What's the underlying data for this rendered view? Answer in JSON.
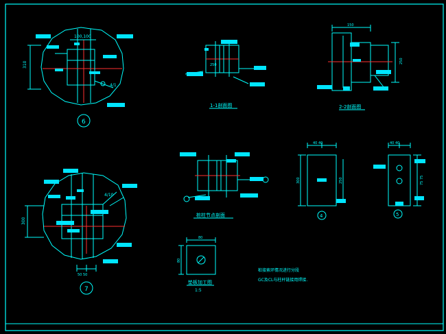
{
  "colors": {
    "background": "#000000",
    "line": "#00ffff",
    "accent": "#ff3030",
    "text": "#00ffff",
    "label_block": "#00e5ff"
  },
  "drawing": {
    "detail1": {
      "dim_top": "100,100",
      "dim_left": "310",
      "note": "4/1",
      "marker": "6"
    },
    "detail2": {
      "dim_left": "300",
      "note": "4/10",
      "dim_bottom": "50 50",
      "marker": "7"
    },
    "section11": {
      "title": "1-1剖面图",
      "dim": "250"
    },
    "section22": {
      "title": "2-2剖面图",
      "dim_top": "150",
      "dim_right": "250"
    },
    "section_node": {
      "title": "桩柱节点剖面"
    },
    "plate_a": {
      "dim_top": "40 40",
      "dim_left": "300",
      "dim_right": "250",
      "marker": "4"
    },
    "plate_b": {
      "dim_top": "40 40",
      "dim_right": "75 75",
      "marker": "5"
    },
    "small_plate": {
      "dim_top": "80",
      "dim_left": "80",
      "title": "垫板加工图",
      "scale": "1:5"
    },
    "notes": {
      "line1": "桩接索环情况进行分段",
      "line2": "GC及CL与柱杆链接用焊接."
    }
  }
}
